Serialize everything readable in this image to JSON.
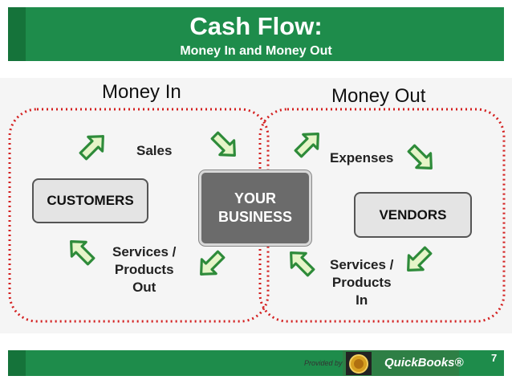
{
  "header": {
    "title": "Cash Flow:",
    "subtitle": "Money In and Money Out"
  },
  "diagram": {
    "money_in_heading": "Money In",
    "money_out_heading": "Money Out",
    "customers": "CUSTOMERS",
    "business_line1": "YOUR",
    "business_line2": "BUSINESS",
    "vendors": "VENDORS",
    "sales": "Sales",
    "expenses": "Expenses",
    "services_out": [
      "Services /",
      "Products",
      "Out"
    ],
    "services_in": [
      "Services /",
      "Products",
      "In"
    ]
  },
  "colors": {
    "brand_green": "#1e8c4b",
    "dotted_border": "#d42020",
    "arrow_fill": "#e6f5c8",
    "arrow_stroke": "#2e8b3a"
  },
  "footer": {
    "provided_by": "Provided by",
    "logo_text": "QuickBooks®",
    "page_number": "7"
  }
}
